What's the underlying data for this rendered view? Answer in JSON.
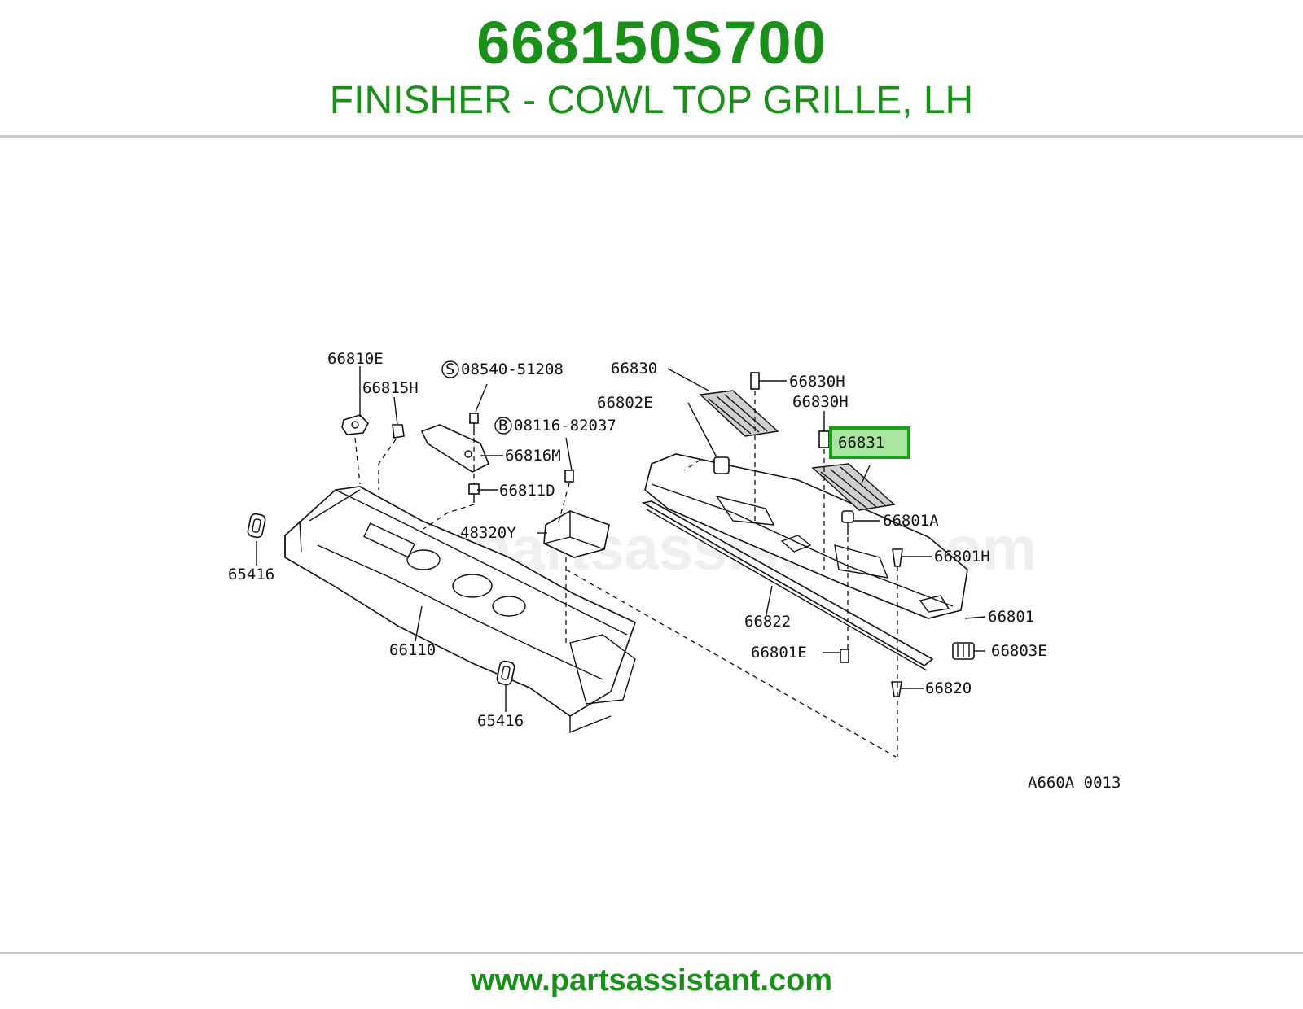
{
  "header": {
    "part_number": "668150S700",
    "part_name": "FINISHER - COWL TOP GRILLE, LH"
  },
  "diagram": {
    "watermark": "www.partsassistant.com",
    "figure_code": "A660A 0013",
    "highlighted_part": "66831",
    "labels": {
      "l66810E": "66810E",
      "l66815H": "66815H",
      "l08540": "08540-51208",
      "l08540_prefix": "S",
      "l08116": "08116-82037",
      "l08116_prefix": "B",
      "l66816M": "66816M",
      "l66811D": "66811D",
      "l48320Y": "48320Y",
      "l65416a": "65416",
      "l65416b": "65416",
      "l66110": "66110",
      "l66830": "66830",
      "l66802E": "66802E",
      "l66830Ha": "66830H",
      "l66830Hb": "66830H",
      "l66831": "66831",
      "l66801A": "66801A",
      "l66801H": "66801H",
      "l66801": "66801",
      "l66822": "66822",
      "l66801E": "66801E",
      "l66803E": "66803E",
      "l66820": "66820"
    }
  },
  "footer": {
    "url": "www.partsassistant.com"
  },
  "colors": {
    "brand_green": "#1a8f1a",
    "highlight_fill": "#a8e6a0",
    "highlight_border": "#1aa31a"
  }
}
